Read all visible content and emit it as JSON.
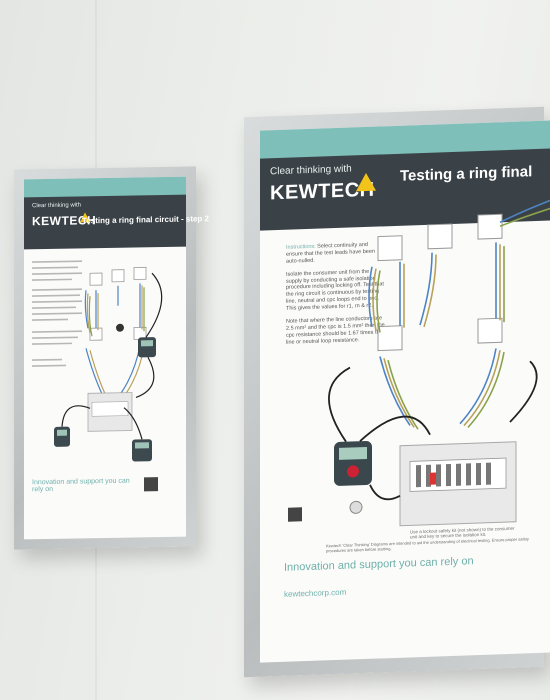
{
  "left_poster": {
    "tagline": "Clear thinking with",
    "brand": "KEWTECH",
    "title": "Testing a ring final circuit - step 2",
    "footer": "Innovation and support you can rely on"
  },
  "right_poster": {
    "tagline": "Clear thinking with",
    "brand": "KEWTECH",
    "title": "Testing a ring final",
    "intro_lead": "Instructions:",
    "intro_rest": " Select continuity and ensure that the test leads have been auto-nulled.",
    "para_2": "Isolate the consumer unit from the supply by conducting a safe isolation procedure including locking off. Test that the ring circuit is continuous by testing line, neutral and cpc loops end to end. This gives the values for r1, rn & r2.",
    "para_3": "Note that where the line conductors are 2.5 mm² and the cpc is 1.5 mm² then the cpc resistance should be 1.67 times the line or neutral loop resistance.",
    "caption": "Use a lockout safety kit (not shown) to the consumer unit and key to secure the isolation kit.",
    "disclaimer": "Kewtech 'Clear Thinking' Diagrams are intended to aid the understanding of electrical testing. Ensure proper safety procedures are taken before starting.",
    "footer": "Innovation and support you can rely on",
    "website": "kewtechcorp.com"
  }
}
